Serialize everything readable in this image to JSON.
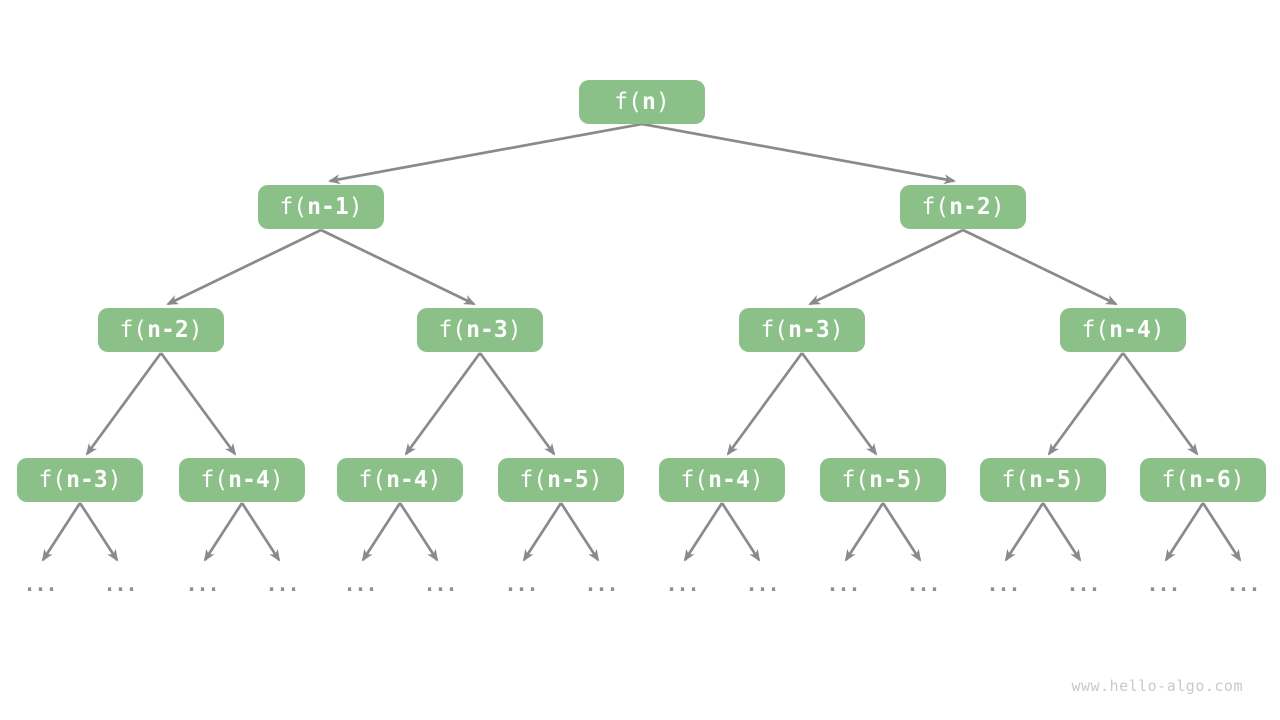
{
  "colors": {
    "background": "#ffffff",
    "node_fill": "#8bc089",
    "node_text": "#ffffff",
    "edge": "#8a8a8a",
    "ellipsis": "#8f8f8f",
    "watermark": "#c9c9c9"
  },
  "nodes": [
    {
      "pre": "f(",
      "bold": "n",
      "post": ")"
    },
    {
      "pre": "f(",
      "bold": "n-1",
      "post": ")"
    },
    {
      "pre": "f(",
      "bold": "n-2",
      "post": ")"
    },
    {
      "pre": "f(",
      "bold": "n-2",
      "post": ")"
    },
    {
      "pre": "f(",
      "bold": "n-3",
      "post": ")"
    },
    {
      "pre": "f(",
      "bold": "n-3",
      "post": ")"
    },
    {
      "pre": "f(",
      "bold": "n-4",
      "post": ")"
    },
    {
      "pre": "f(",
      "bold": "n-3",
      "post": ")"
    },
    {
      "pre": "f(",
      "bold": "n-4",
      "post": ")"
    },
    {
      "pre": "f(",
      "bold": "n-4",
      "post": ")"
    },
    {
      "pre": "f(",
      "bold": "n-5",
      "post": ")"
    },
    {
      "pre": "f(",
      "bold": "n-4",
      "post": ")"
    },
    {
      "pre": "f(",
      "bold": "n-5",
      "post": ")"
    },
    {
      "pre": "f(",
      "bold": "n-5",
      "post": ")"
    },
    {
      "pre": "f(",
      "bold": "n-6",
      "post": ")"
    }
  ],
  "ellipsis_label": "...",
  "watermark": "www.hello-algo.com"
}
